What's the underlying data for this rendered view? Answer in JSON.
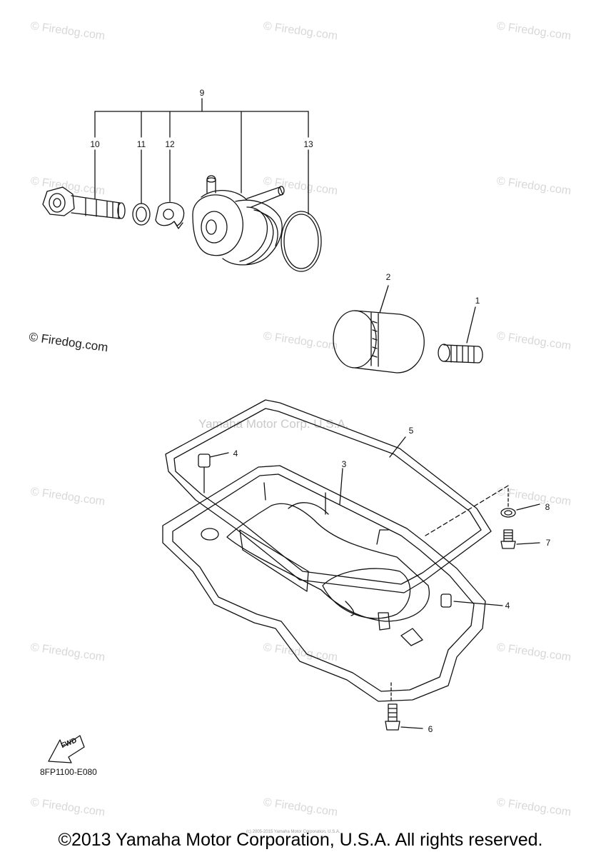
{
  "watermark": {
    "text": "© Firedog.com"
  },
  "brand_watermark": "Yamaha Motor Corp. U.S.A.",
  "callouts": {
    "c1": "1",
    "c2": "2",
    "c3": "3",
    "c4a": "4",
    "c4b": "4",
    "c5": "5",
    "c6": "6",
    "c7": "7",
    "c8": "8",
    "c9": "9",
    "c10": "10",
    "c11": "11",
    "c12": "12",
    "c13": "13"
  },
  "fwd_label": "FWD",
  "part_code": "8FP1100-E080",
  "tiny_copyright": "(c) 2005-2015 Yamaha Motor Corporation, U.S.A.",
  "copyright": "©2013 Yamaha Motor Corporation, U.S.A. All rights reserved."
}
